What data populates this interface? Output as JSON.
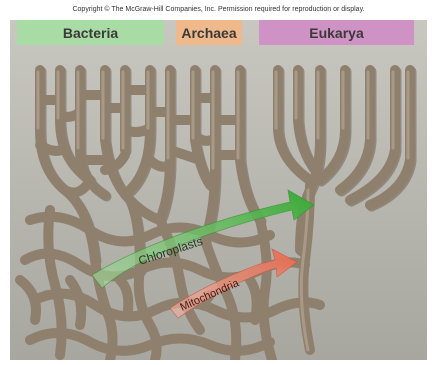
{
  "copyright": "Copyright © The McGraw-Hill Companies, Inc. Permission required for reproduction or display.",
  "domains": {
    "bacteria": "Bacteria",
    "archaea": "Archaea",
    "eukarya": "Eukarya"
  },
  "arrows": {
    "chloroplasts": "Chloroplasts",
    "mitochondria": "Mitochondria"
  },
  "colors": {
    "background": "#b4b3ac",
    "branch": "#8c7d6c",
    "branch_highlight": "#a89a88",
    "bacteria_box": "#a9dca5",
    "archaea_box": "#efb98b",
    "eukarya_box": "#cf92c5",
    "chloroplast_arrow": "#3fae3a",
    "mitochondria_arrow": "#e8735a"
  }
}
